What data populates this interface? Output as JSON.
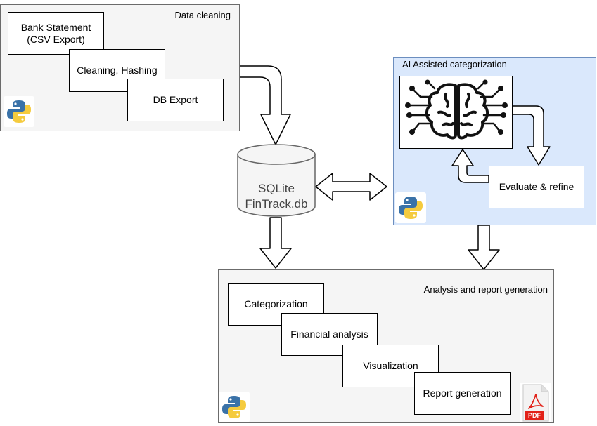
{
  "data_cleaning": {
    "title": "Data cleaning",
    "steps": [
      "Bank Statement\n(CSV Export)",
      "Cleaning, Hashing",
      "DB Export"
    ]
  },
  "database": {
    "line1": "SQLite",
    "line2": "FinTrack.db"
  },
  "ai": {
    "title": "AI Assisted categorization",
    "evaluate_label": "Evaluate & refine",
    "icon": "brain-circuit-icon"
  },
  "analysis": {
    "title": "Analysis and report generation",
    "steps": [
      "Categorization",
      "Financial analysis",
      "Visualization",
      "Report generation"
    ]
  },
  "icons": {
    "python": "python-logo-icon",
    "pdf": "pdf-file-icon"
  },
  "pdf_badge": "PDF",
  "colors": {
    "ai_fill": "#dae8fc",
    "ai_border": "#6c8ebf",
    "group_fill": "#f5f5f5",
    "pdf_red": "#e2231a"
  }
}
